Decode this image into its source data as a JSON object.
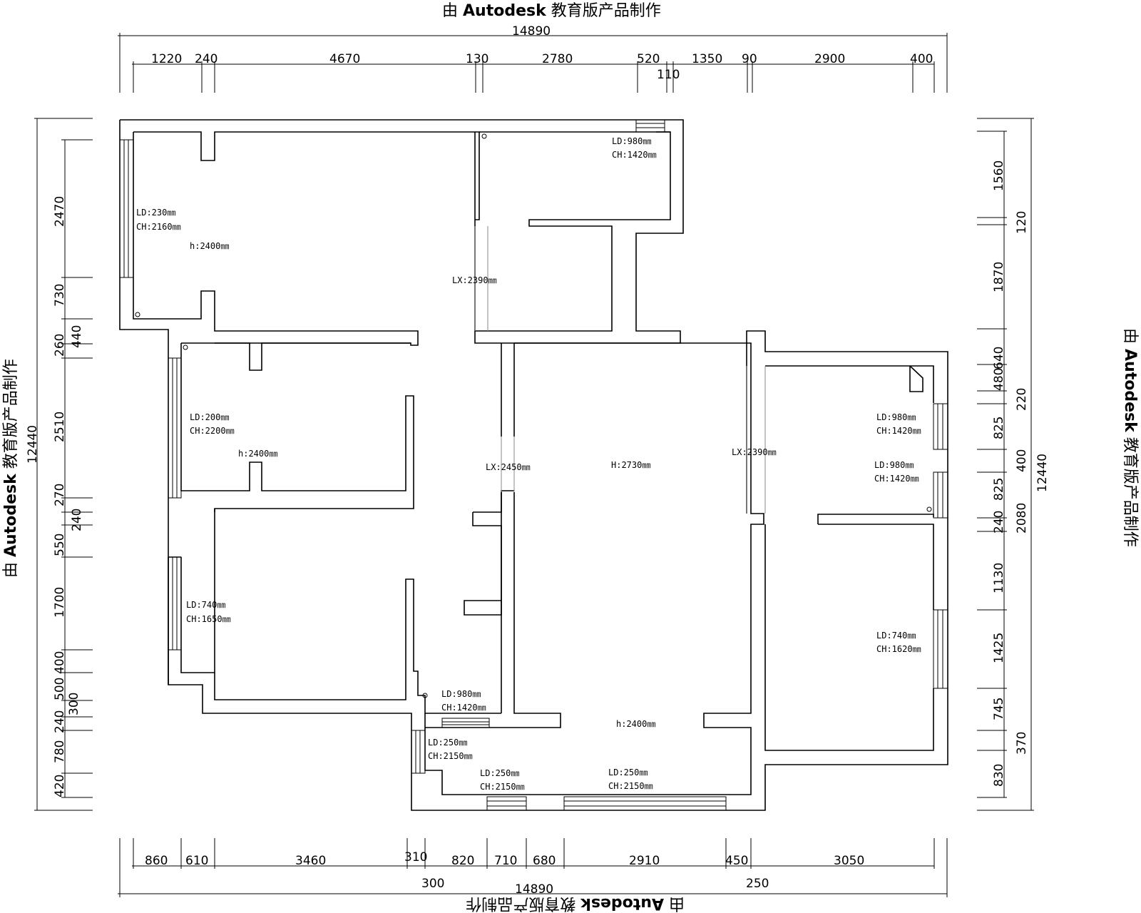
{
  "watermark": {
    "prefix": "由",
    "brand": "Autodesk",
    "suffix": "教育版产品制作"
  },
  "dimensions": {
    "top_total": "14890",
    "top_segments": [
      "1220",
      "240",
      "4670",
      "130",
      "2780",
      "520",
      "110",
      "1350",
      "90",
      "2900",
      "400"
    ],
    "bottom_total": "14890",
    "bottom_segments": [
      "860",
      "610",
      "3460",
      "310",
      "820",
      "710",
      "680",
      "2910",
      "450",
      "3050"
    ],
    "bottom_extra": [
      "300",
      "250"
    ],
    "left_total": "12440",
    "left_segments": [
      "2470",
      "730",
      "440",
      "260",
      "2510",
      "270",
      "240",
      "550",
      "1700",
      "400",
      "500",
      "300",
      "240",
      "780",
      "420"
    ],
    "right_total": "12440",
    "right_segments": [
      "1560",
      "120",
      "1870",
      "640",
      "480",
      "220",
      "825",
      "400",
      "825",
      "240",
      "2080",
      "1130",
      "1425",
      "745",
      "370",
      "830"
    ]
  },
  "annotations": [
    {
      "id": "a1",
      "lines": [
        "LD:230㎜",
        "CH:2160㎜"
      ]
    },
    {
      "id": "a2",
      "lines": [
        "h:2400㎜"
      ]
    },
    {
      "id": "a3",
      "lines": [
        "LD:980㎜",
        "CH:1420㎜"
      ]
    },
    {
      "id": "a4",
      "lines": [
        "LX:2390㎜"
      ]
    },
    {
      "id": "a5",
      "lines": [
        "LD:200㎜",
        "CH:2200㎜"
      ]
    },
    {
      "id": "a6",
      "lines": [
        "h:2400㎜"
      ]
    },
    {
      "id": "a7",
      "lines": [
        "LX:2450㎜"
      ]
    },
    {
      "id": "a8",
      "lines": [
        "H:2730㎜"
      ]
    },
    {
      "id": "a9",
      "lines": [
        "LX:2390㎜"
      ]
    },
    {
      "id": "a10",
      "lines": [
        "LD:980㎜",
        "CH:1420㎜"
      ]
    },
    {
      "id": "a11",
      "lines": [
        "LD:980㎜",
        "CH:1420㎜"
      ]
    },
    {
      "id": "a12",
      "lines": [
        "LD:740㎜",
        "CH:1650㎜"
      ]
    },
    {
      "id": "a13",
      "lines": [
        "LD:740㎜",
        "CH:1620㎜"
      ]
    },
    {
      "id": "a14",
      "lines": [
        "LD:980㎜",
        "CH:1420㎜"
      ]
    },
    {
      "id": "a15",
      "lines": [
        "h:2400㎜"
      ]
    },
    {
      "id": "a16",
      "lines": [
        "LD:250㎜",
        "CH:2150㎜"
      ]
    },
    {
      "id": "a17",
      "lines": [
        "LD:250㎜",
        "CH:2150㎜"
      ]
    },
    {
      "id": "a18",
      "lines": [
        "LD:250㎜",
        "CH:2150㎜"
      ]
    }
  ]
}
